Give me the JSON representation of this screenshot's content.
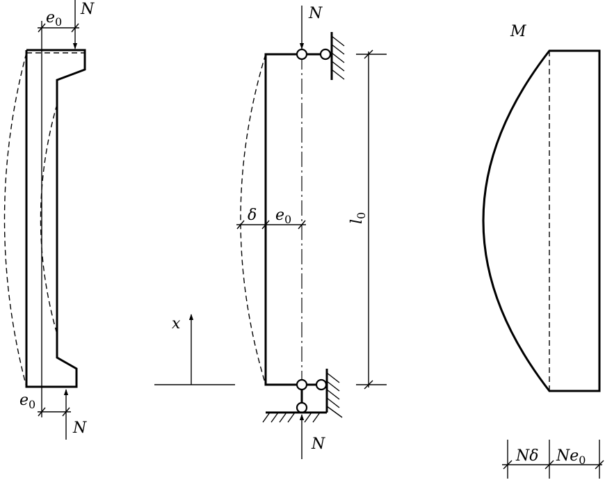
{
  "labels": {
    "N": "N",
    "M": "M",
    "x": "x",
    "e0_letter": "e",
    "e0_sub": "0",
    "delta": "δ",
    "l0_letter": "l",
    "l0_sub": "0",
    "N_delta": "Nδ",
    "Ne0_main": "Ne",
    "Ne0_sub": "0"
  }
}
